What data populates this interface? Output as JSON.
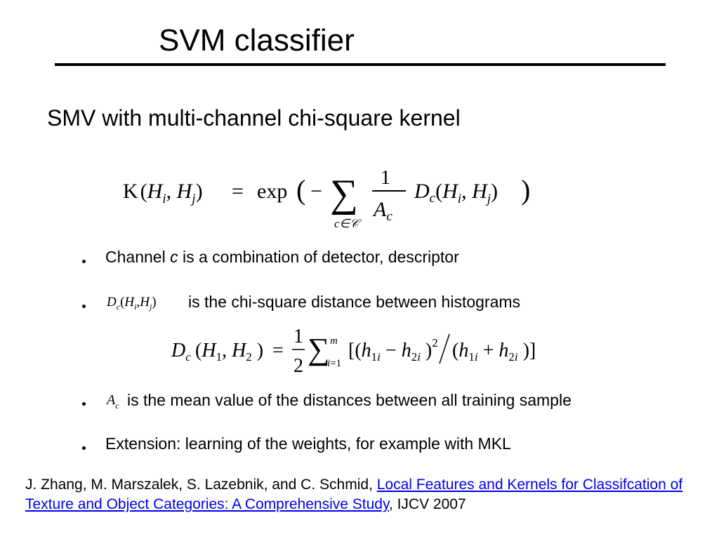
{
  "slide": {
    "title": "SVM classifier",
    "subtitle": "SMV with multi-channel chi-square kernel"
  },
  "formulas": {
    "kernel": {
      "lhs": "K(Hi, Hj)",
      "eq": "=",
      "exp": "exp",
      "sum_sub": "c∈𝒞",
      "frac_num": "1",
      "frac_den": "Ac",
      "term": "Dc(Hi, Hj)"
    },
    "distance": {
      "lhs": "Dc(H1, H2)",
      "frac_num": "1",
      "frac_den": "2",
      "sum_sup": "m",
      "sum_sub": "i=1"
    },
    "inline_dc": "Dc(Hi, Hj)",
    "inline_ac": "Ac"
  },
  "bullets": [
    {
      "pre": "Channel ",
      "emph": "c",
      "post": " is a combination of detector, descriptor"
    },
    {
      "text": "is the chi-square distance between histograms"
    },
    {
      "text": "is the mean value of the distances between all training sample"
    },
    {
      "text": "Extension: learning of the weights, for example with MKL"
    }
  ],
  "citation": {
    "authors": "J. Zhang, M. Marszalek, S. Lazebnik, and C. Schmid, ",
    "link_text": "Local Features and Kernels for Classifcation of Texture and Object Categories: A Comprehensive Study",
    "suffix": ", IJCV 2007",
    "link_color": "#0000ee"
  }
}
